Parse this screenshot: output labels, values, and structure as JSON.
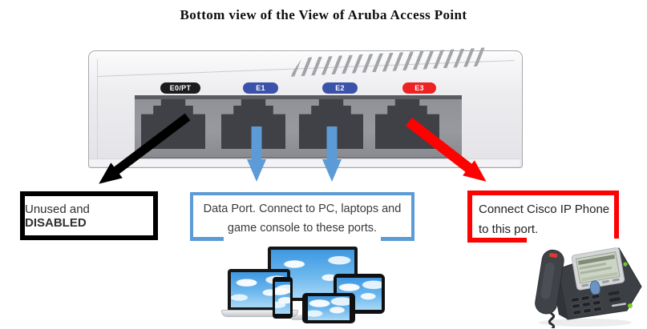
{
  "title": "Bottom view of the View of Aruba Access Point",
  "access_point": {
    "name": "aruba-access-point-bottom-view",
    "ports": [
      {
        "label": "E0/PT",
        "tag_color": "#1c1c1c"
      },
      {
        "label": "E1",
        "tag_color": "#3a52aa"
      },
      {
        "label": "E2",
        "tag_color": "#3a52aa"
      },
      {
        "label": "E3",
        "tag_color": "#ee2224"
      }
    ]
  },
  "callouts": {
    "disabled": {
      "text_prefix": "Unused and ",
      "text_emphasis": "DISABLED",
      "border_color": "#000000",
      "arrow_color": "#000000",
      "points_from_port": "E0/PT"
    },
    "data_ports": {
      "line1": "Data Port. Connect to PC, laptops and",
      "line2": "game console to these ports.",
      "border_color": "#5c9bd6",
      "arrow_color": "#5c9bd6",
      "points_from_ports": "E1, E2"
    },
    "ip_phone": {
      "line1": "Connect Cisco IP Phone",
      "line2": "to this port.",
      "border_color": "#fe0202",
      "arrow_color": "#fe0202",
      "points_from_port": "E3"
    }
  },
  "illustrations": {
    "devices": "client-devices-photo",
    "phone": "cisco-ip-phone-photo"
  }
}
